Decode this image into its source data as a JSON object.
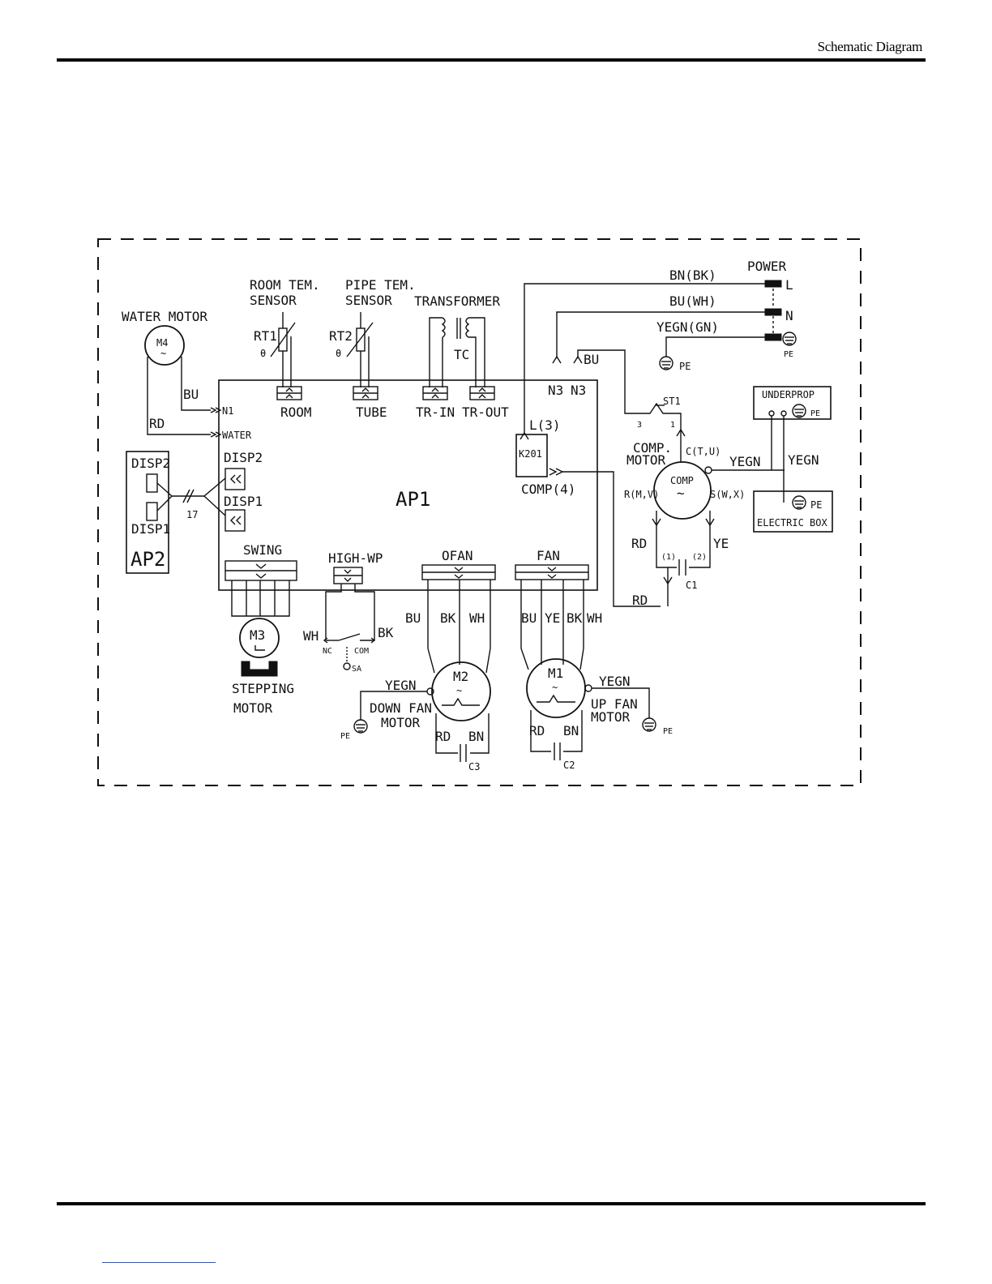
{
  "header": {
    "title": "Schematic Diagram"
  },
  "labels": {
    "power": "POWER",
    "l": "L",
    "n": "N",
    "pe": "PE",
    "bn_bk": "BN(BK)",
    "bu_wh": "BU(WH)",
    "yegn_gn": "YEGN(GN)",
    "room_sensor_1": "ROOM TEM.",
    "room_sensor_2": "SENSOR",
    "pipe_sensor_1": "PIPE TEM.",
    "pipe_sensor_2": "SENSOR",
    "transformer": "TRANSFORMER",
    "tc": "TC",
    "rt1": "RT1",
    "rt2": "RT2",
    "theta": "θ",
    "water_motor": "WATER MOTOR",
    "m4": "M4",
    "tilde": "~",
    "bu": "BU",
    "rd": "RD",
    "n1": "N1",
    "water": "WATER",
    "room": "ROOM",
    "tube": "TUBE",
    "tr_in": "TR-IN",
    "tr_out": "TR-OUT",
    "n3": "N3",
    "l3": "L(3)",
    "k201": "K201",
    "comp4": "COMP(4)",
    "ap1": "AP1",
    "ap2": "AP2",
    "disp1": "DISP1",
    "disp2": "DISP2",
    "seventeen": "17",
    "st1": "ST1",
    "pin3": "3",
    "pin1": "1",
    "comp_motor_1": "COMP.",
    "comp_motor_2": "MOTOR",
    "c_tu": "C(T,U)",
    "r_mv": "R(M,V)",
    "s_wx": "S(W,X)",
    "comp": "COMP",
    "yegn": "YEGN",
    "ye": "YE",
    "cap1": "(1)",
    "cap2": "(2)",
    "c1": "C1",
    "c2": "C2",
    "c3": "C3",
    "underprop": "UNDERPROP",
    "electric_box": "ELECTRIC BOX",
    "swing": "SWING",
    "high_wp": "HIGH-WP",
    "ofan": "OFAN",
    "fan": "FAN",
    "m3": "M3",
    "stepping": "STEPPING",
    "motor": "MOTOR",
    "wh": "WH",
    "bk": "BK",
    "nc": "NC",
    "com": "COM",
    "sa": "SA",
    "m2": "M2",
    "m1": "M1",
    "down_fan": "DOWN FAN",
    "up_fan": "UP FAN",
    "bn": "BN"
  }
}
